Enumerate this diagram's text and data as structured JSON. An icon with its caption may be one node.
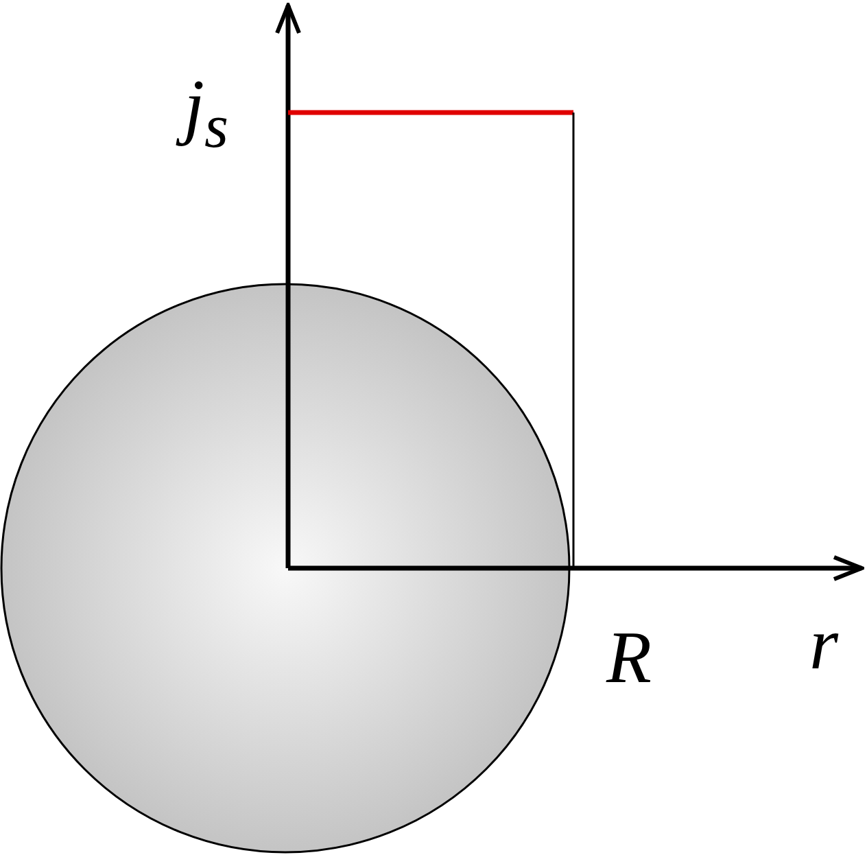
{
  "diagram": {
    "labels": [
      "j$_{s}$",
      "R",
      "r"
    ]
  }
}
